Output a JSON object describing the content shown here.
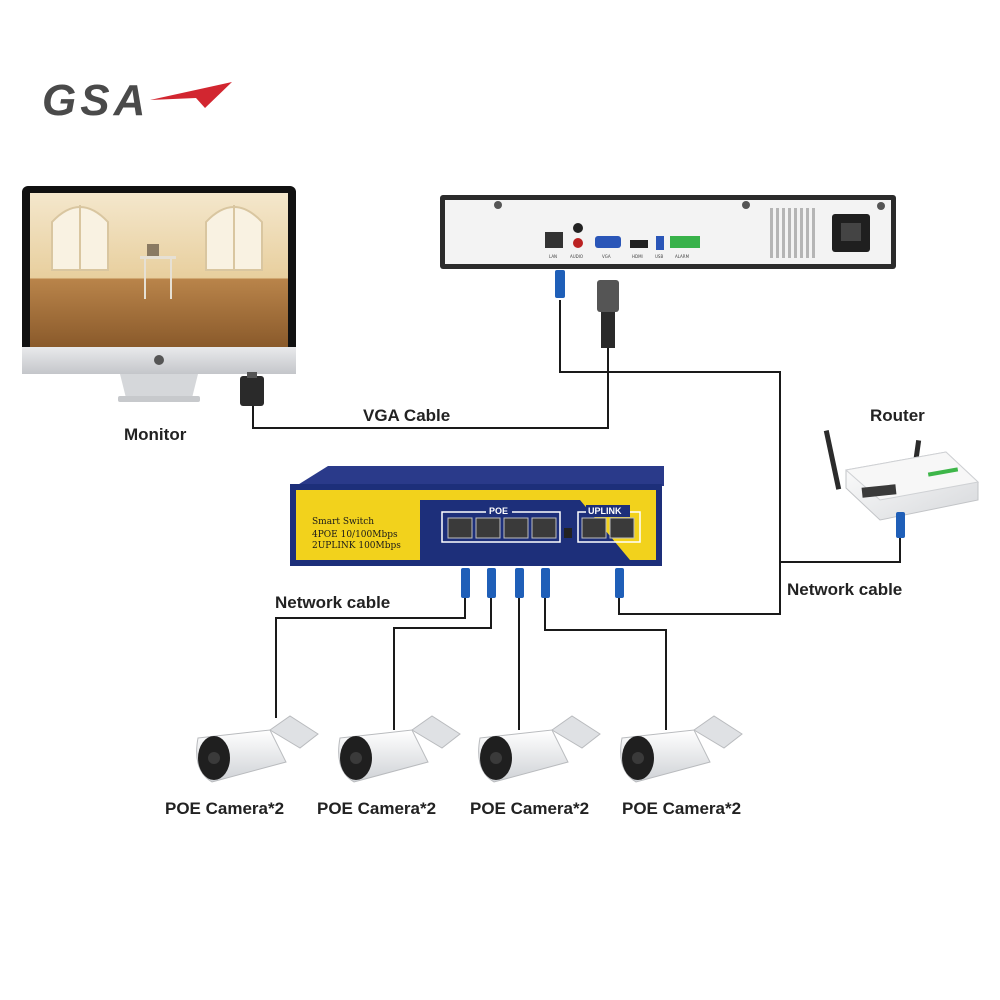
{
  "brand": {
    "logo_text": "GSA",
    "logo_color": "#4a4a4a",
    "accent_color": "#d22630"
  },
  "labels": {
    "monitor": "Monitor",
    "vga_cable": "VGA Cable",
    "router": "Router",
    "network_cable_left": "Network cable",
    "network_cable_right": "Network cable"
  },
  "switch": {
    "title": "Smart Switch",
    "spec_line1": "4POE 10/100Mbps",
    "spec_line2": "2UPLINK 100Mbps",
    "poe_label": "POE",
    "uplink_label": "UPLINK",
    "body_color": "#1d2f7a",
    "panel_color": "#f2d21c"
  },
  "nvr": {
    "port_labels": [
      "LAN",
      "AUDIO",
      "VGA",
      "HDMI",
      "USB",
      "ALARM"
    ]
  },
  "cameras": [
    {
      "label": "POE Camera*2"
    },
    {
      "label": "POE Camera*2"
    },
    {
      "label": "POE Camera*2"
    },
    {
      "label": "POE Camera*2"
    }
  ],
  "colors": {
    "connector_blue": "#1f5fb8",
    "wire": "#1a1a1a"
  }
}
